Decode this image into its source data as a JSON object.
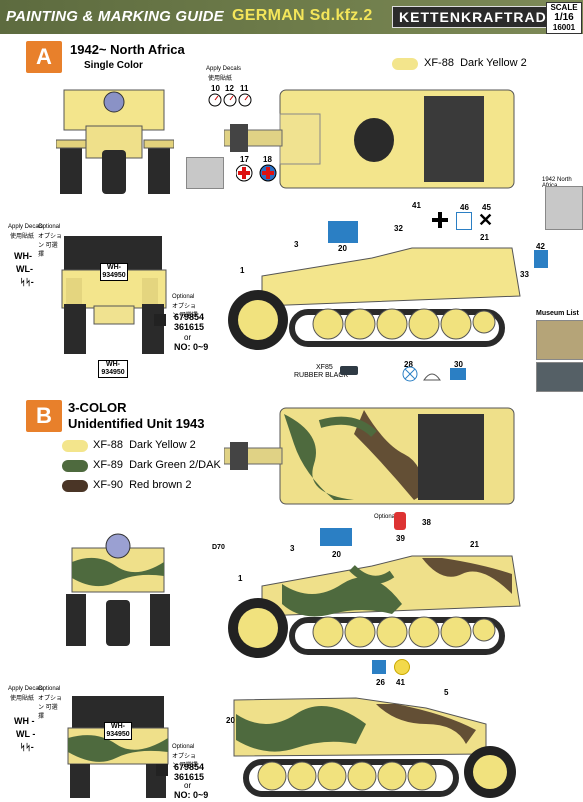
{
  "header": {
    "left_title": "PAINTING & MARKING GUIDE",
    "model_title": "GERMAN Sd.kfz.2",
    "model_name": "KETTENKRAFTRAD",
    "scale_label": "SCALE",
    "scale_value": "1/16",
    "item_number": "16001"
  },
  "colors": {
    "dark_yellow": "#f3e58c",
    "dark_green": "#4e6a3e",
    "red_brown": "#4a3526",
    "accent_orange": "#e8802b",
    "rubber_black": "#2f3a44",
    "decal_blue": "#2b7fc4"
  },
  "scheme_a": {
    "badge": "A",
    "title": "1942~ North Africa",
    "subtitle": "Single Color",
    "paint": {
      "code": "XF-88",
      "name": "Dark Yellow 2"
    },
    "apply_decals": "Apply Decals",
    "apply_decals_jp": "使用貼紙",
    "optional": "Optional",
    "optional_jp": "オプション 可選擇",
    "plate_prefix": "WH-",
    "plate_values": [
      "WH-",
      "WL-",
      "ᛋᛋ-"
    ],
    "plate_number": "934950",
    "plate_alt_1": "679854",
    "plate_alt_2": "361615",
    "or": "or",
    "nos": "NO: 0~9",
    "rubber_code": "XF85",
    "rubber_name": "RUBBER BLACK",
    "inset_label": "1942 North Africa",
    "museum_label": "Museum List",
    "decal_numbers": [
      "10",
      "12",
      "11",
      "17",
      "18",
      "3",
      "20",
      "32",
      "41",
      "46",
      "45",
      "42",
      "33",
      "1",
      "28",
      "30",
      "21"
    ]
  },
  "scheme_b": {
    "badge": "B",
    "title_line1": "3-COLOR",
    "title_line2": "Unidentified Unit  1943",
    "paints": [
      {
        "code": "XF-88",
        "name": "Dark Yellow 2"
      },
      {
        "code": "XF-89",
        "name": "Dark Green 2/DAK"
      },
      {
        "code": "XF-90",
        "name": "Red brown 2"
      }
    ],
    "marker": "D70",
    "apply_decals": "Apply Decals",
    "apply_decals_jp": "使用貼紙",
    "optional": "Optional",
    "optional_jp": "オプション 可選擇",
    "plate_values": [
      "WH -",
      "WL -",
      "ᛋᛋ-"
    ],
    "plate_number": "934950",
    "plate_alt_1": "679854",
    "plate_alt_2": "361615",
    "or": "or",
    "nos": "NO: 0~9",
    "decal_numbers": [
      "3",
      "20",
      "21",
      "1",
      "39",
      "38",
      "26",
      "41",
      "5",
      "20"
    ]
  }
}
